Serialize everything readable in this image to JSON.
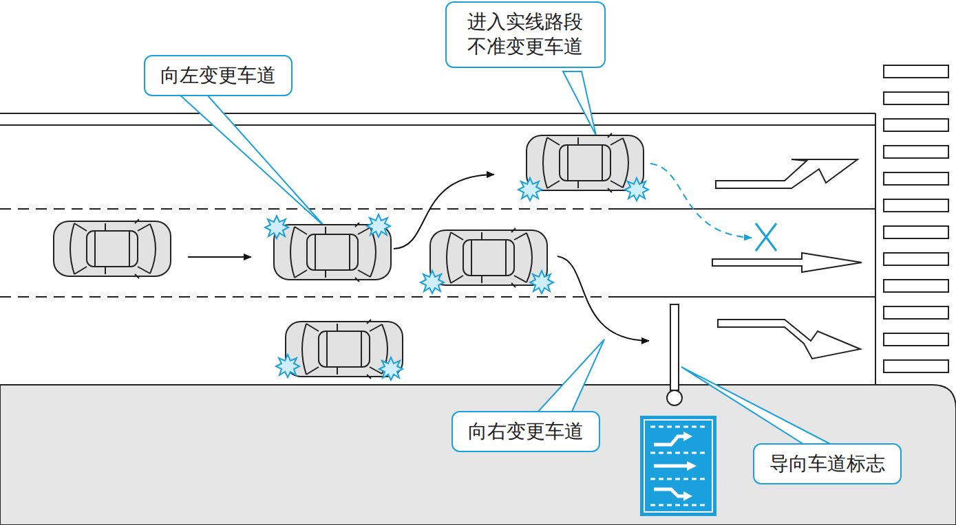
{
  "diagram": {
    "nodes": [
      {
        "text": [
          "进入实线路段 不准变更车道"
        ]
      },
      {
        "text": [
          "向左变更车道"
        ]
      },
      {
        "text": [
          "向右变更车道"
        ]
      },
      {
        "text": [
          "导向车道标志"
        ]
      }
    ]
  }
}
